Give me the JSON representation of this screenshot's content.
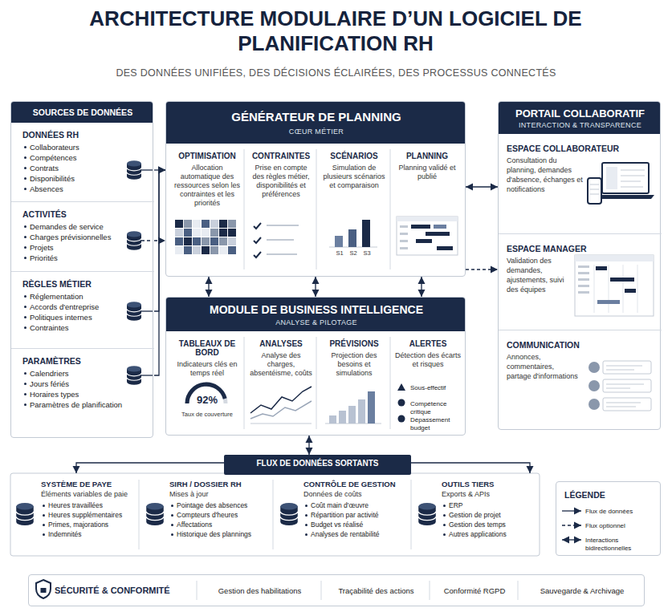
{
  "diagram": {
    "title": "ARCHITECTURE MODULAIRE D’UN LOGICIEL DE PLANIFICATION RH",
    "caption": "DES DONNÉES UNIFIÉES, DES DÉCISIONS ÉCLAIRÉES, DES PROCESSUS CONNECTÉS",
    "nodes": [
      {
        "text": [
          "SOURCES DE DONNÉES"
        ]
      },
      {
        "text": [
          "DONNÉES RH",
          "Collaborateurs",
          "Compétences",
          "Contrats",
          "Disponibilités",
          "Absences"
        ],
        "in": 0
      },
      {
        "text": [
          "ACTIVITÉS",
          "Demandes de service",
          "Charges prévisionnelles",
          "Projets",
          "Priorités"
        ],
        "in": 0
      },
      {
        "text": [
          "RÈGLES MÉTIER",
          "Réglementation",
          "Accords d'entreprise",
          "Politiques internes",
          "Contraintes"
        ],
        "in": 0
      },
      {
        "text": [
          "PARAMÈTRES",
          "Calendriers",
          "Jours fériés",
          "Horaires types",
          "Paramètres de planification"
        ],
        "in": 0
      },
      {
        "text": [
          "GÉNÉRATEUR DE PLANNING",
          "CŒUR MÉTIER"
        ]
      },
      {
        "text": [
          "OPTIMISATION",
          "Allocation automatique des ressources selon les contraintes et les priorités"
        ],
        "in": 5
      },
      {
        "text": [
          "CONTRAINTES",
          "Prise en compte des règles métier, disponibilités et préférences"
        ],
        "in": 5
      },
      {
        "text": [
          "SCÉNARIOS",
          "Simulation de plusieurs scénarios et comparaison",
          "S1",
          "S2",
          "S3"
        ],
        "in": 5
      },
      {
        "text": [
          "PLANNING",
          "Planning validé et publié"
        ],
        "in": 5
      },
      {
        "text": [
          "PORTAIL COLLABORATIF",
          "INTERACTION & TRANSPARENCE"
        ]
      },
      {
        "text": [
          "ESPACE COLLABORATEUR",
          "Consultation du planning, demandes d'absence, échanges et notifications"
        ],
        "in": 10
      },
      {
        "text": [
          "ESPACE MANAGER",
          "Validation des demandes, ajustements, suivi des équipes"
        ],
        "in": 10
      },
      {
        "text": [
          "COMMUNICATION",
          "Annonces, commentaires, partage d'informations"
        ],
        "in": 10
      },
      {
        "text": [
          "MODULE DE BUSINESS INTELLIGENCE",
          "ANALYSE & PILOTAGE"
        ]
      },
      {
        "text": [
          "TABLEAUX DE BORD",
          "Indicateurs clés en temps réel",
          "92%",
          "Taux de couverture"
        ],
        "in": 14
      },
      {
        "text": [
          "ANALYSES",
          "Analyse des charges, absentéisme, coûts"
        ],
        "in": 14
      },
      {
        "text": [
          "PRÉVISIONS",
          "Projection des besoins et simulations"
        ],
        "in": 14
      },
      {
        "text": [
          "ALERTES",
          "Détection des écarts et risques",
          "Sous-effectif",
          "Compétence critique",
          "Dépassement budget"
        ],
        "in": 14
      },
      {
        "text": [
          "FLUX DE DONNÉES SORTANTS"
        ]
      },
      {
        "text": [
          "SYSTÈME DE PAYE",
          "Éléments variables de paie",
          "Heures travaillées",
          "Heures supplémentaires",
          "Primes, majorations",
          "Indemnités"
        ]
      },
      {
        "text": [
          "SIRH / DOSSIER RH",
          "Mises à jour",
          "Pointage des absences",
          "Compteurs d'heures",
          "Affectations",
          "Historique des plannings"
        ]
      },
      {
        "text": [
          "CONTRÔLE DE GESTION",
          "Données de coûts",
          "Coût main d'œuvre",
          "Répartition par activité",
          "Budget vs réalisé",
          "Analyses de rentabilité"
        ]
      },
      {
        "text": [
          "OUTILS TIERS",
          "Exports & APIs",
          "ERP",
          "Gestion de projet",
          "Gestion des temps",
          "Autres applications"
        ]
      },
      {
        "text": [
          "LÉGENDE"
        ]
      },
      {
        "text": [
          "SÉCURITÉ & CONFORMITÉ",
          "Gestion des habilitations",
          "Traçabilité des actions",
          "Conformité RGPD",
          "Sauvegarde & Archivage"
        ]
      }
    ],
    "edges": [
      {
        "from": 1,
        "to": 5,
        "arrow": "to"
      },
      {
        "from": 2,
        "to": 5,
        "arrow": "to"
      },
      {
        "from": 3,
        "to": 5,
        "arrow": "to"
      },
      {
        "from": 4,
        "to": 5,
        "arrow": "to"
      },
      {
        "from": 5,
        "to": 10,
        "arrow": "both"
      },
      {
        "from": 5,
        "to": 10,
        "arrow": "to"
      },
      {
        "from": 5,
        "to": 14,
        "arrow": "both"
      },
      {
        "from": 5,
        "to": 14,
        "arrow": "both"
      },
      {
        "from": 5,
        "to": 14,
        "arrow": "both"
      },
      {
        "from": 14,
        "to": 19,
        "arrow": "both"
      },
      {
        "from": 19,
        "to": 20,
        "arrow": "to"
      },
      {
        "from": 19,
        "to": 23,
        "arrow": "to"
      }
    ],
    "legend": [
      {
        "text": "Flux de données"
      },
      {
        "text": "Flux optionnel"
      },
      {
        "text": "Interactions bidirectionnelles"
      }
    ]
  }
}
